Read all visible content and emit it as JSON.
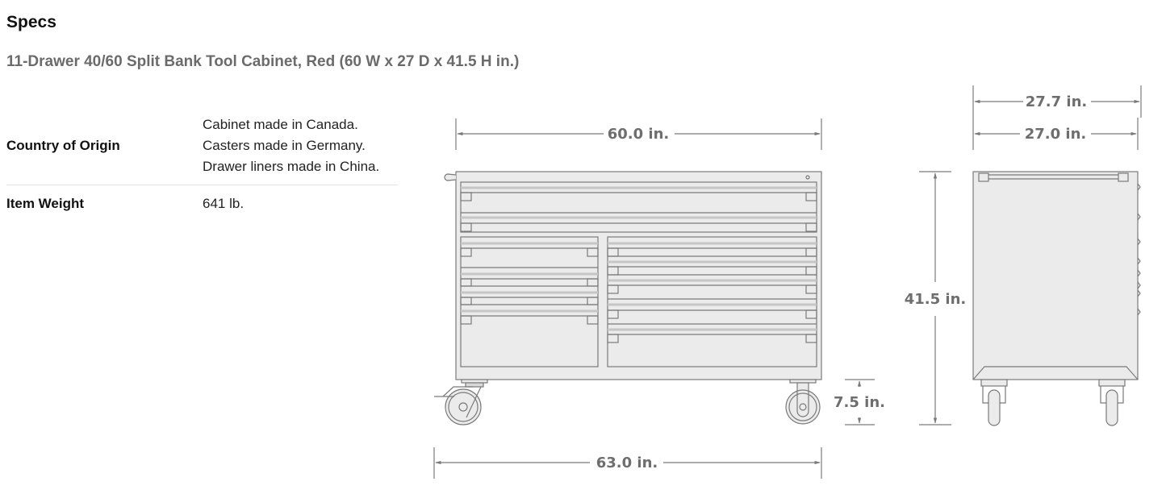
{
  "header": {
    "title": "Specs",
    "product_name": "11-Drawer 40/60 Split Bank Tool Cabinet, Red (60 W x 27 D x 41.5 H in.)"
  },
  "specs": [
    {
      "label": "Country of Origin",
      "values": [
        "Cabinet made in Canada.",
        "Casters made in Germany.",
        "Drawer liners made in China."
      ]
    },
    {
      "label": "Item Weight",
      "values": [
        "641 lb."
      ]
    }
  ],
  "dimensions": {
    "front_width": "60.0 in.",
    "overall_width": "63.0 in.",
    "caster_height": "7.5 in.",
    "height": "41.5 in.",
    "overall_depth": "27.7 in.",
    "depth": "27.0 in."
  },
  "colors": {
    "line": "#7a7a7a",
    "body_fill": "#ebebeb",
    "dim_text": "#6e6e6e",
    "subtitle": "#6b6b6b"
  }
}
